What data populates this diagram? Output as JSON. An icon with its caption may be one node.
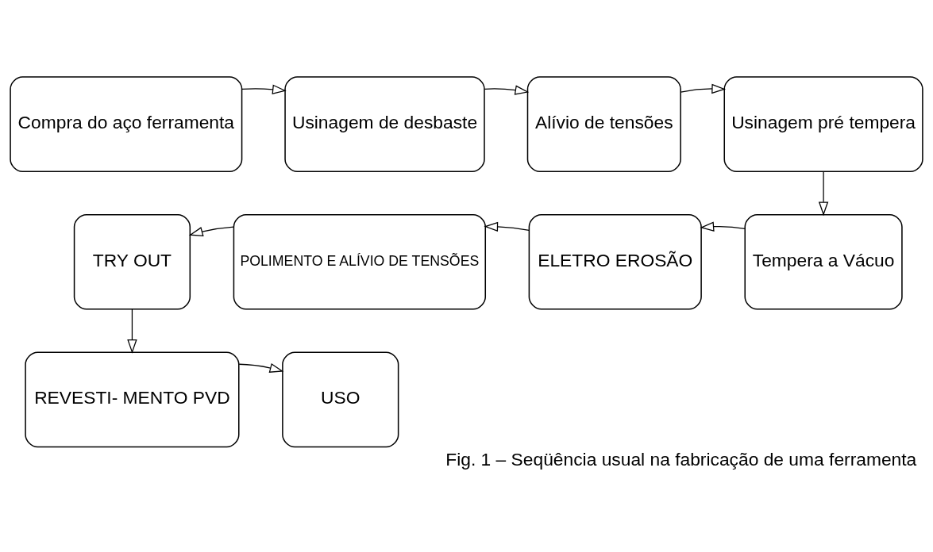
{
  "diagram": {
    "caption": "Fig. 1 – Seqüência usual na fabricação de uma ferramenta",
    "nodes": [
      {
        "text": [
          "Compra do aço ferramenta"
        ]
      },
      {
        "text": [
          "Usinagem de desbaste"
        ]
      },
      {
        "text": [
          "Alívio de tensões"
        ]
      },
      {
        "text": [
          "Usinagem pré tempera"
        ]
      },
      {
        "text": [
          "TRY OUT"
        ]
      },
      {
        "text": [
          "POLIMENTO E ALÍVIO DE TENSÕES"
        ]
      },
      {
        "text": [
          "ELETRO EROSÃO"
        ]
      },
      {
        "text": [
          "Tempera a Vácuo"
        ]
      },
      {
        "text": [
          "REVESTI- MENTO PVD"
        ]
      },
      {
        "text": [
          "USO"
        ]
      }
    ],
    "edges": [
      {
        "from": 0,
        "to": 1,
        "arrow": "to"
      },
      {
        "from": 1,
        "to": 2,
        "arrow": "to"
      },
      {
        "from": 2,
        "to": 3,
        "arrow": "to"
      },
      {
        "from": 3,
        "to": 7,
        "arrow": "to"
      },
      {
        "from": 7,
        "to": 6,
        "arrow": "to"
      },
      {
        "from": 6,
        "to": 5,
        "arrow": "to"
      },
      {
        "from": 5,
        "to": 4,
        "arrow": "to"
      },
      {
        "from": 4,
        "to": 8,
        "arrow": "to"
      },
      {
        "from": 8,
        "to": 9,
        "arrow": "to"
      }
    ]
  }
}
